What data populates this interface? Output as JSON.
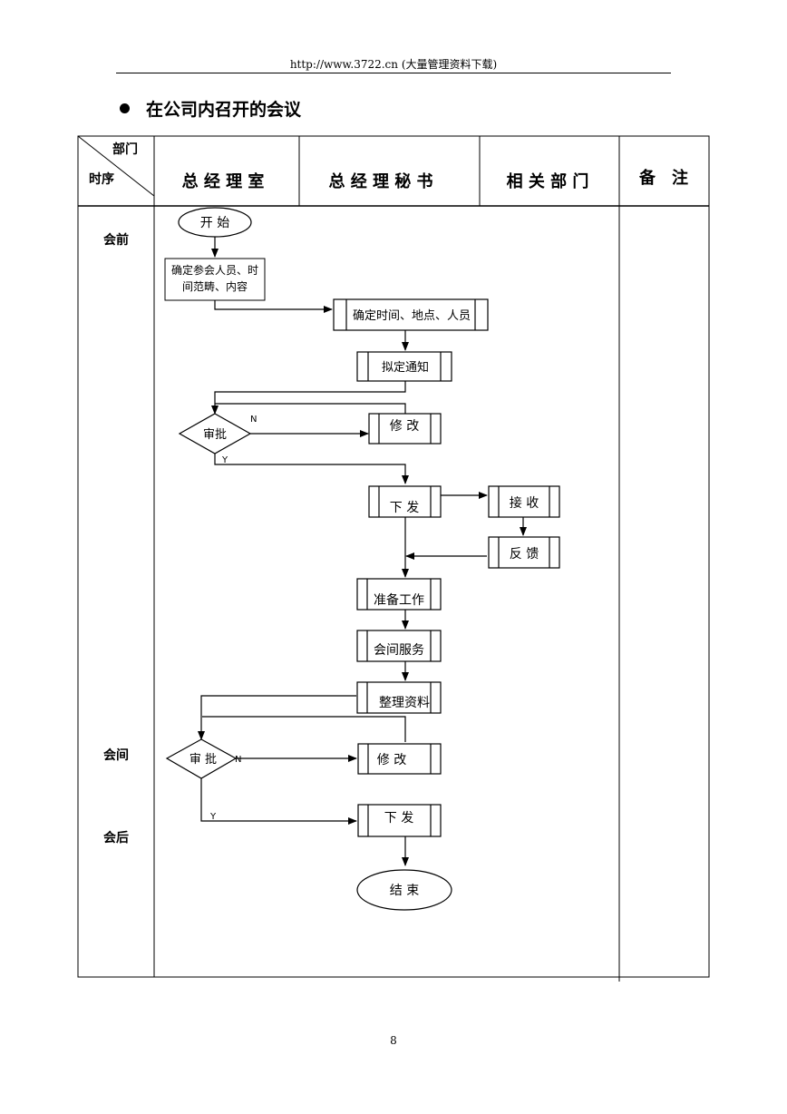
{
  "header": {
    "url_line": "http://www.3722.cn (大量管理资料下载)"
  },
  "section": {
    "title": "在公司内召开的会议"
  },
  "table": {
    "corner_top": "部门",
    "corner_bottom": "时序",
    "columns": [
      "总 经 理 室",
      "总 经 理 秘 书",
      "相 关 部 门",
      "备　注"
    ],
    "phases": [
      "会前",
      "会间",
      "会后"
    ]
  },
  "flow": {
    "start": "开 始",
    "confirm_people": [
      "确定参会人员、时",
      "间范畴、内容"
    ],
    "confirm_time": "确定时间、地点、人员",
    "draft_notice": "拟定通知",
    "approve_1": "审批",
    "revise_1": "修 改",
    "issue_1": "下 发",
    "receive": "接 收",
    "feedback": "反 馈",
    "prepare": "准备工作",
    "meeting_service": "会间服务",
    "organize": "整理资料",
    "approve_2": "审 批",
    "revise_2": "修 改",
    "issue_2": "下 发",
    "end": "结 束",
    "label_n": "N",
    "label_y": "Y"
  },
  "footer": {
    "page_number": "8"
  }
}
